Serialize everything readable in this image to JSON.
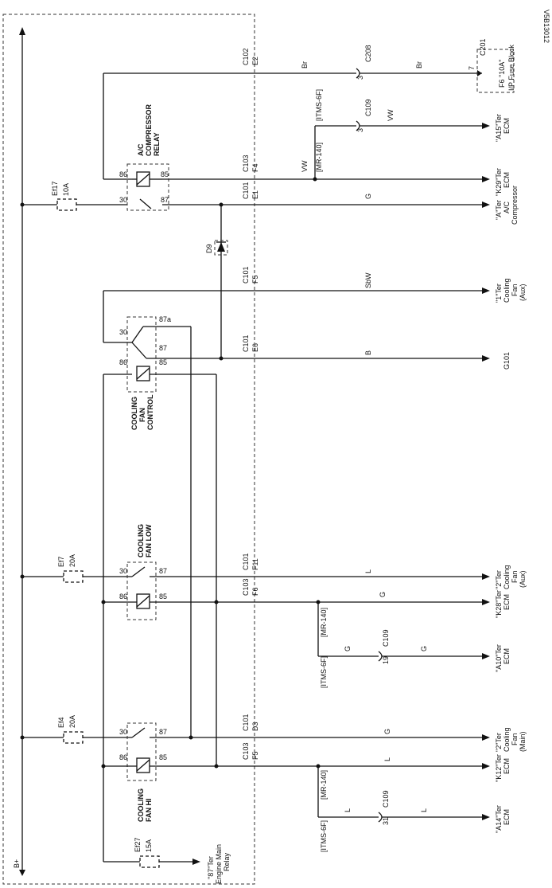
{
  "diagram_id": "V5B13012",
  "supply": "B+",
  "fuses": {
    "ef17": {
      "name": "Ef17",
      "rating": "10A"
    },
    "ef7": {
      "name": "Ef7",
      "rating": "20A"
    },
    "ef4": {
      "name": "Ef4",
      "rating": "20A"
    },
    "ef27": {
      "name": "Ef27",
      "rating": "15A"
    }
  },
  "relays": {
    "ac": {
      "title": "A/C COMPRESSOR RELAY",
      "l1": "A/C",
      "l2": "COMPRESSOR",
      "l3": "RELAY",
      "p86": "86",
      "p85": "85",
      "p30": "30",
      "p87": "87"
    },
    "control": {
      "l1": "COOLING",
      "l2": "FAN",
      "l3": "CONTROL",
      "p86": "86",
      "p85": "85",
      "p30": "30",
      "p87": "87",
      "p87a": "87a"
    },
    "low": {
      "l1": "COOLING",
      "l2": "FAN LOW",
      "p86": "86",
      "p85": "85",
      "p30": "30",
      "p87": "87"
    },
    "hi": {
      "l1": "COOLING",
      "l2": "FAN HI",
      "p86": "86",
      "p85": "85",
      "p30": "30",
      "p87": "87"
    }
  },
  "diode": "D9",
  "connectors": {
    "c102": "C102",
    "c101": "C101",
    "c103": "C103",
    "c208": "C208",
    "c109": "C109",
    "c201": "C201",
    "e2": "E2",
    "f4": "F4",
    "e1": "E1",
    "f5": "F5",
    "e6": "E6",
    "f11": "F11",
    "f6": "F6",
    "d3": "D3",
    "pin3": "3",
    "pin7": "7",
    "pin19": "19",
    "pin31": "31"
  },
  "harness": {
    "mr": "[MR-140]",
    "itms": "[ITMS-6F]"
  },
  "wires": {
    "br": "Br",
    "vw": "VW",
    "g": "G",
    "sbw": "SbW",
    "b": "B",
    "l": "L"
  },
  "fuse_block": {
    "fuse": "F6 \"10A\"",
    "block": "I/P Fuse Block"
  },
  "terminals": {
    "a15": {
      "l1": "\"A15\"Ter",
      "l2": "ECM"
    },
    "k29": {
      "l1": "\"K29\"Ter",
      "l2": "ECM"
    },
    "ac_comp": {
      "l1": "\"A\"Ter",
      "l2": "A/C",
      "l3": "Compressor"
    },
    "fan_aux1": {
      "l1": "\"1\"Ter",
      "l2": "Cooling",
      "l3": "Fan",
      "l4": "(Aux)"
    },
    "g101": "G101",
    "fan_aux2": {
      "l1": "\"2\"Ter",
      "l2": "Cooling",
      "l3": "Fan",
      "l4": "(Aux)"
    },
    "k28": {
      "l1": "\"K28\"Ter",
      "l2": "ECM"
    },
    "a10": {
      "l1": "\"A10\"Ter",
      "l2": "ECM"
    },
    "fan_main": {
      "l1": "\"2\"Ter",
      "l2": "Cooling",
      "l3": "Fan",
      "l4": "(Main)"
    },
    "k12": {
      "l1": "\"K12\"Ter",
      "l2": "ECM"
    },
    "a14": {
      "l1": "\"A14\"Ter",
      "l2": "ECM"
    },
    "engine_relay": {
      "l1": "\"87\"Ter",
      "l2": "Engine Main",
      "l3": "Relay"
    }
  }
}
